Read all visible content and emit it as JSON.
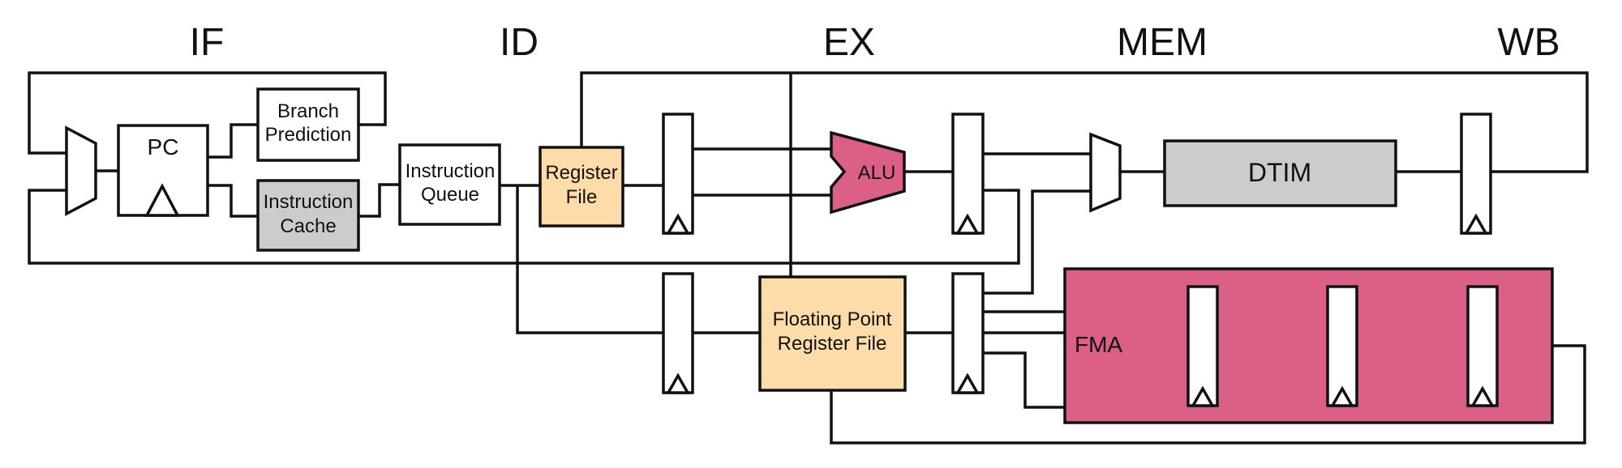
{
  "stages": [
    "IF",
    "ID",
    "EX",
    "MEM",
    "WB"
  ],
  "blocks": {
    "pc": "PC",
    "branch_prediction": [
      "Branch",
      "Prediction"
    ],
    "instruction_cache": [
      "Instruction",
      "Cache"
    ],
    "instruction_queue": [
      "Instruction",
      "Queue"
    ],
    "register_file": [
      "Register",
      "File"
    ],
    "alu": "ALU",
    "dtim": "DTIM",
    "fp_register_file": [
      "Floating Point",
      "Register File"
    ],
    "fma": "FMA"
  },
  "colors": {
    "cache_gray": "#cccccc",
    "register_file_peach": "#fddcaa",
    "alu_pink": "#dc6085",
    "fma_pink": "#dc6085",
    "outline": "#111111"
  }
}
